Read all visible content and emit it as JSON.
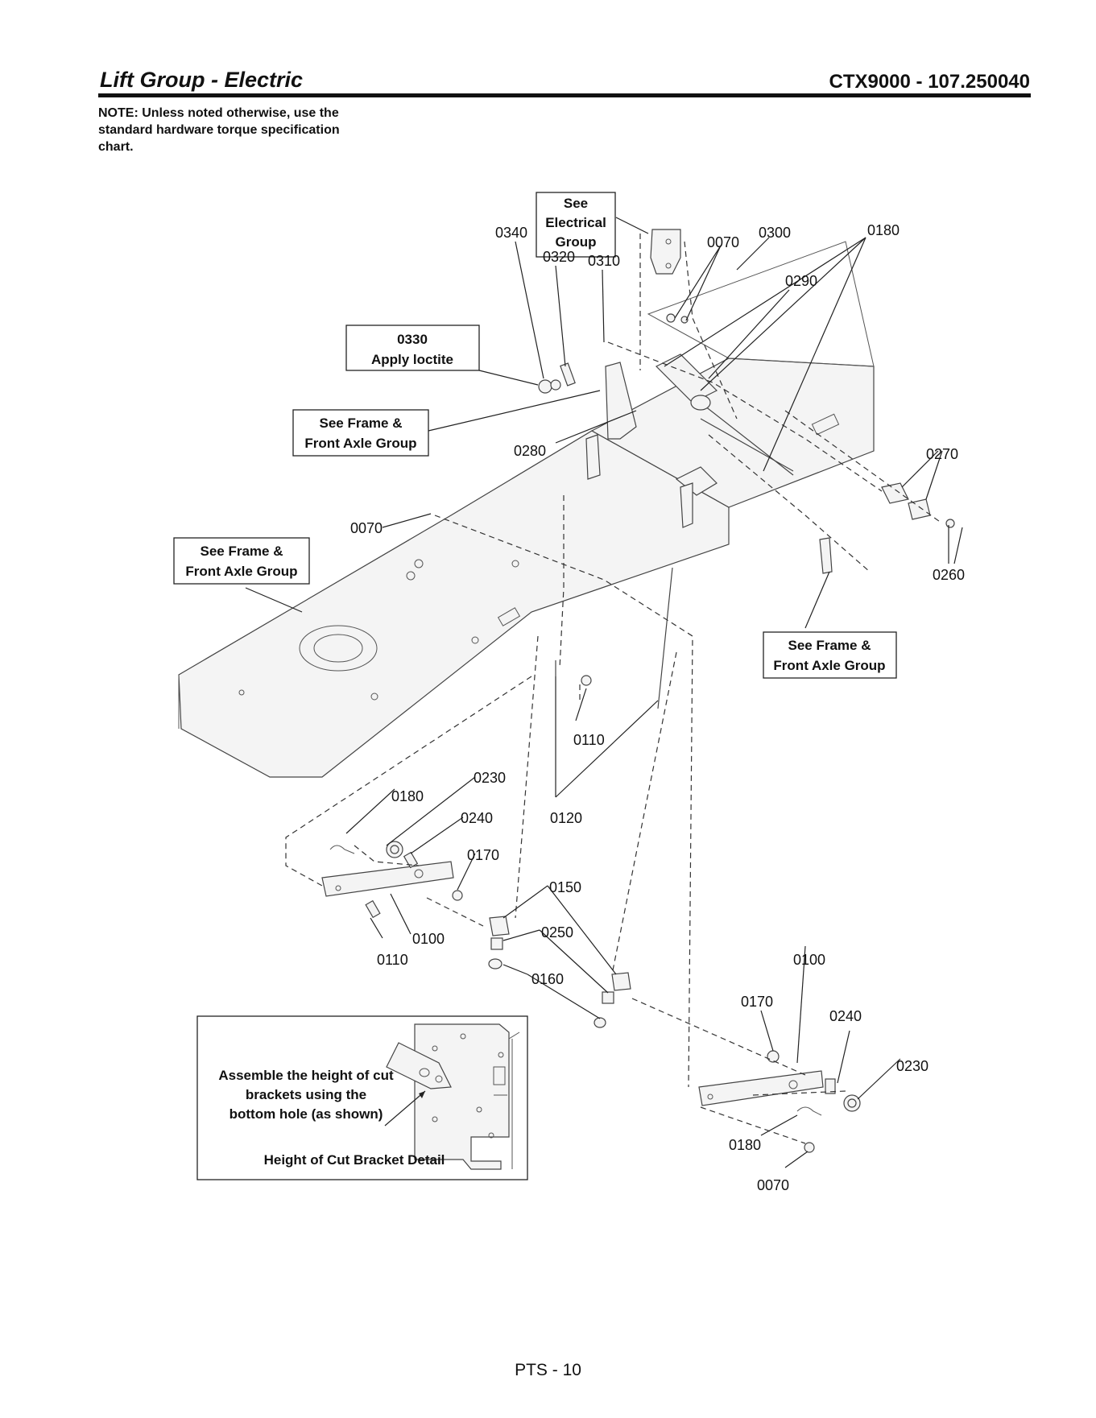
{
  "header": {
    "title": "Lift Group - Electric",
    "model": "CTX9000 - 107.250040"
  },
  "note": "NOTE: Unless noted otherwise, use the standard hardware torque specification chart.",
  "callout_boxes": {
    "electrical": {
      "line1": "See",
      "line2": "Electrical",
      "line3": "Group"
    },
    "loctite": {
      "line1": "0330",
      "line2": "Apply loctite"
    },
    "frame_1": {
      "line1": "See Frame &",
      "line2": "Front Axle Group"
    },
    "frame_2": {
      "line1": "See Frame &",
      "line2": "Front Axle Group"
    },
    "frame_3": {
      "line1": "See Frame &",
      "line2": "Front Axle Group"
    }
  },
  "part_labels": {
    "p0070a": "0070",
    "p0300": "0300",
    "p0290": "0290",
    "p0180a": "0180",
    "p0340": "0340",
    "p0320": "0320",
    "p0310": "0310",
    "p0280": "0280",
    "p0270": "0270",
    "p0260": "0260",
    "p0070b": "0070",
    "p0110a": "0110",
    "p0230a": "0230",
    "p0180b": "0180",
    "p0240a": "0240",
    "p0120": "0120",
    "p0170a": "0170",
    "p0150": "0150",
    "p0250": "0250",
    "p0100a": "0100",
    "p0110b": "0110",
    "p0160": "0160",
    "p0100b": "0100",
    "p0170b": "0170",
    "p0240b": "0240",
    "p0230b": "0230",
    "p0180c": "0180",
    "p0070c": "0070"
  },
  "detail": {
    "text_line1": "Assemble the height of cut",
    "text_line2": "brackets using the",
    "text_line3": "bottom hole (as shown)",
    "caption": "Height of Cut Bracket Detail"
  },
  "footer": "PTS - 10"
}
